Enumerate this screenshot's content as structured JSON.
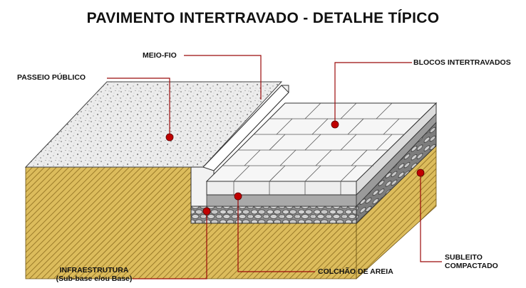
{
  "title": "PAVIMENTO INTERTRAVADO - DETALHE TÍPICO",
  "labels": {
    "passeio": "PASSEIO PÚBLICO",
    "meio_fio": "MEIO-FIO",
    "blocos": "BLOCOS INTERTRAVADOS",
    "infra_line1": "INFRAESTRUTURA",
    "infra_line2": "(Sub-base e/ou Base)",
    "colchao": "COLCHÃO DE AREIA",
    "subleito_line1": "SUBLEITO",
    "subleito_line2": "COMPACTADO"
  },
  "colors": {
    "leader": "#9b0a0a",
    "marker": "#c00000",
    "soil": "#d9b85a",
    "soil_hatch": "#8a6a1c",
    "concrete": "#e6e6e6",
    "blocks": "#f4f4f4",
    "gravel": "#bdbdbd"
  }
}
